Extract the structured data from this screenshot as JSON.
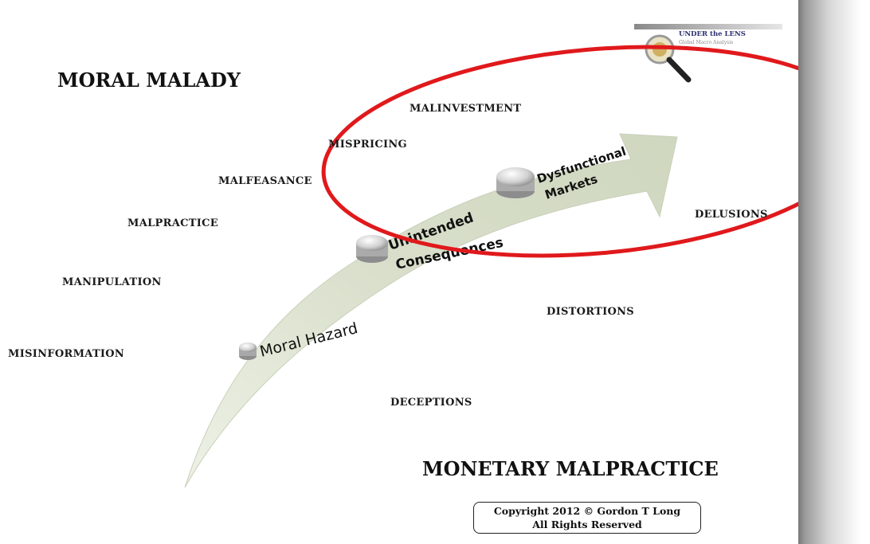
{
  "logo": {
    "title": "UNDER the LENS",
    "subtitle": "Global Macro Analysis"
  },
  "headings": {
    "top_left": "MORAL MALADY",
    "bottom_right": "MONETARY MALPRACTICE"
  },
  "terms": {
    "malinvestment": "MALINVESTMENT",
    "mispricing": "MISPRICING",
    "malfeasance": "MALFEASANCE",
    "malpractice": "MALPRACTICE",
    "manipulation": "MANIPULATION",
    "misinformation": "MISINFORMATION",
    "delusions": "DELUSIONS",
    "distortions": "DISTORTIONS",
    "deceptions": "DECEPTIONS"
  },
  "stages": {
    "moral_hazard": "Moral Hazard",
    "unintended_1": "Unintended",
    "unintended_2": "Consequences",
    "dysfunctional_1": "Dysfunctional",
    "dysfunctional_2": "Markets"
  },
  "copyright": {
    "line1": "Copyright 2012 © Gordon T Long",
    "line2": "All Rights Reserved"
  },
  "colors": {
    "arrow": "#d9dfcb",
    "highlight_ellipse": "#e0191c",
    "logo_text": "#2a2f6e"
  }
}
